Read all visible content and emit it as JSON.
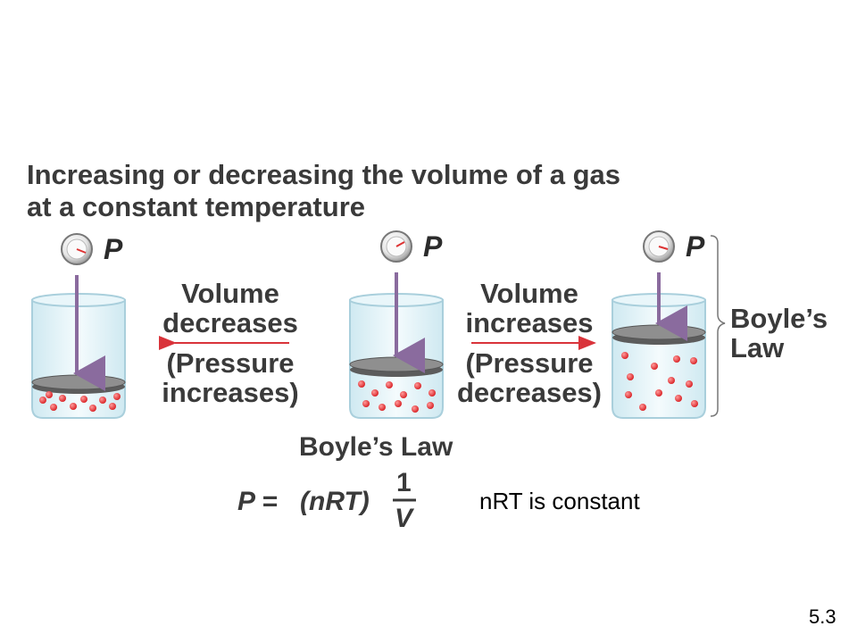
{
  "title": {
    "line1": "Increasing or decreasing the volume of a gas",
    "line2": "at a constant temperature"
  },
  "gauge_label": "P",
  "left_caption": {
    "line1": "Volume",
    "line2": "decreases",
    "line3": "(Pressure",
    "line4": "increases)"
  },
  "right_caption": {
    "line1": "Volume",
    "line2": "increases",
    "line3": "(Pressure",
    "line4": "decreases)"
  },
  "side_label": {
    "line1": "Boyle’s",
    "line2": "Law"
  },
  "equation": {
    "heading": "Boyle’s Law",
    "lhs": "P =",
    "factor": "(nRT)",
    "numerator": "1",
    "denominator": "V"
  },
  "note": "nRT is constant",
  "slide_number": "5.3",
  "colors": {
    "arrow": "#d9333a",
    "molecule": "#e0262a",
    "plunger_rod": "#8a6b9e",
    "beaker_tint": "#dff1f6"
  }
}
